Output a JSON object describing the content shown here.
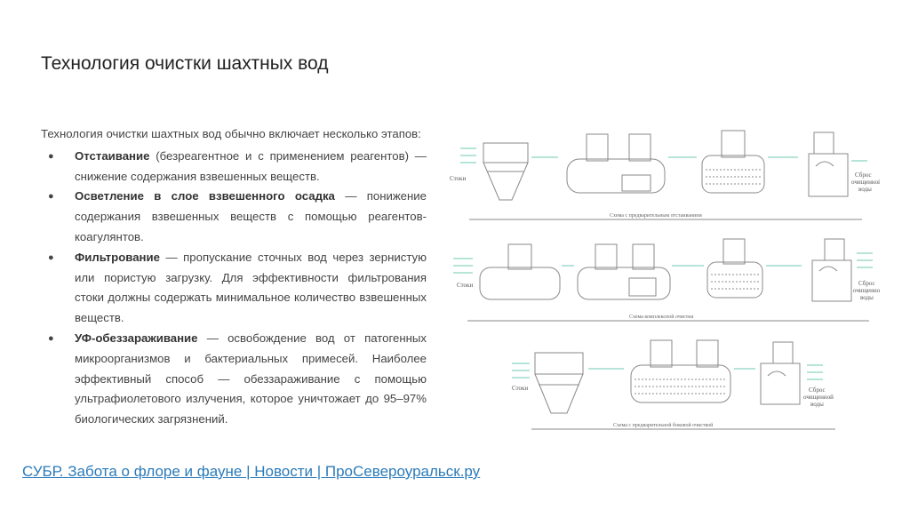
{
  "title": "Технология очистки шахтных вод",
  "intro": "Технология очистки шахтных вод обычно включает несколько этапов:",
  "steps": [
    {
      "term": "Отстаивание",
      "text": " (безреагентное и с применением реагентов) — снижение содержания взвешенных веществ."
    },
    {
      "term": "Осветление в слое взвешенного осадка",
      "text": " — понижение содержания взвешенных веществ с помощью реагентов-коагулянтов."
    },
    {
      "term": "Фильтрование",
      "text": " — пропускание сточных вод через зернистую или пористую загрузку. Для эффективности фильтрования стоки должны содержать минимальное количество взвешенных веществ."
    },
    {
      "term": "УФ-обеззараживание",
      "text": " — освобождение вод от патогенных микроорганизмов и бактериальных примесей. Наиболее эффективный способ — обеззараживание с помощью ультрафиолетового излучения, которое уничтожает до 95–97% биологических загрязнений."
    }
  ],
  "source_link": "СУБР. Забота о флоре и фауне | Новости | ПроСевероуральск.ру",
  "diagram": {
    "inlet_label": "Стоки",
    "outlet_label_1": "Сброс",
    "outlet_label_2": "очищенной",
    "outlet_label_3": "воды",
    "captions": [
      "Схема с предварительным отстаиванием",
      "Схема комплексной очистки",
      "Схема с предварительной боковой очисткой"
    ]
  },
  "colors": {
    "arrow": "#6fc9b0",
    "link": "#2b7bb9",
    "line": "#8a8a8a"
  }
}
